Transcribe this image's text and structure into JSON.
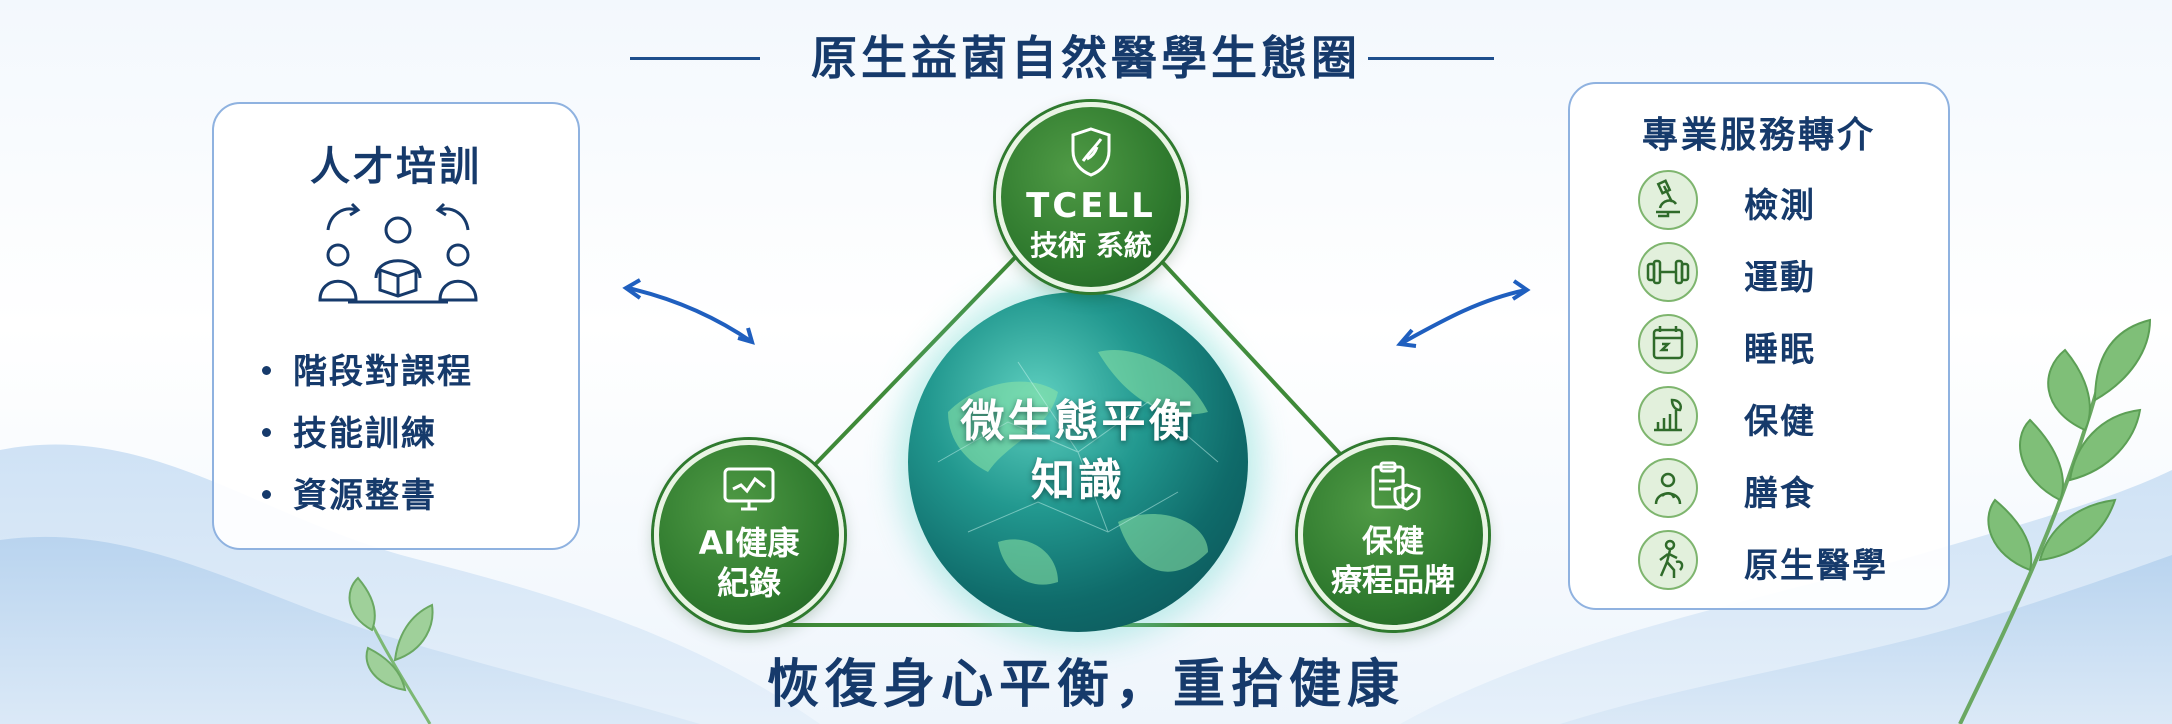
{
  "title": "原生益菌自然醫學生態圈",
  "left_card": {
    "title": "人才培訓",
    "icon": "people-training-icon",
    "items": [
      "階段對課程",
      "技能訓練",
      "資源整書"
    ]
  },
  "right_card": {
    "title": "專業服務轉介",
    "items": [
      {
        "label": "檢測",
        "icon": "microscope-icon"
      },
      {
        "label": "運動",
        "icon": "dumbbell-icon"
      },
      {
        "label": "睡眠",
        "icon": "sleep-calendar-icon"
      },
      {
        "label": "保健",
        "icon": "growth-chart-icon"
      },
      {
        "label": "膳食",
        "icon": "meal-icon"
      },
      {
        "label": "原生醫學",
        "icon": "walking-person-icon"
      }
    ]
  },
  "nodes": {
    "top": {
      "line1": "TCELL",
      "line2": "技術 系統",
      "icon": "shield-icon"
    },
    "left": {
      "line1": "AI健康",
      "line2": "紀錄",
      "icon": "monitor-icon"
    },
    "right": {
      "line1": "保健",
      "line2": "療程品牌",
      "icon": "clipboard-shield-icon"
    }
  },
  "center": {
    "line1": "微生態平衡",
    "line2": "知識"
  },
  "slogan": "恢復身心平衡，重拾健康",
  "colors": {
    "navy": "#163a6b",
    "green": "#2f7a2e",
    "teal": "#22988f",
    "blue": "#1f5fbf"
  }
}
